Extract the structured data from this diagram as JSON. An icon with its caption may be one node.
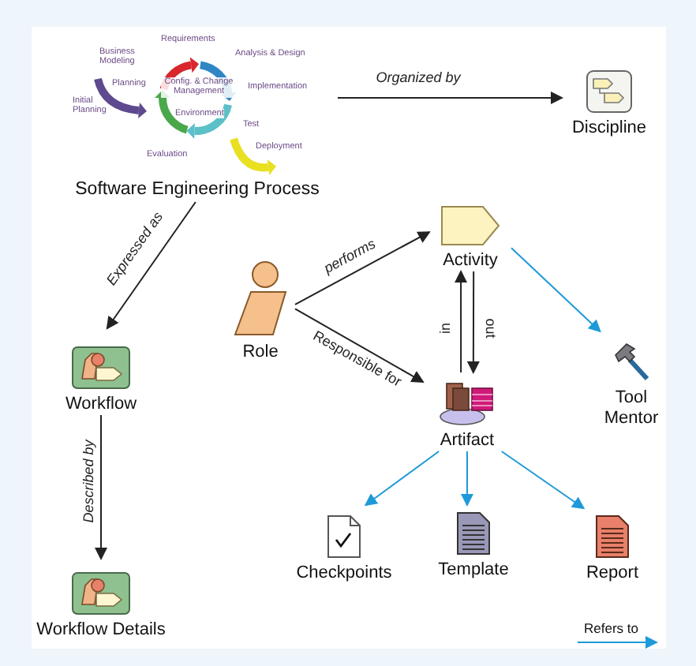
{
  "diagram": {
    "nodes": [
      {
        "text": [
          "Software Engineering Process"
        ]
      },
      {
        "text": [
          "Discipline"
        ]
      },
      {
        "text": [
          "Workflow"
        ]
      },
      {
        "text": [
          "Workflow Details"
        ]
      },
      {
        "text": [
          "Role"
        ]
      },
      {
        "text": [
          "Activity"
        ]
      },
      {
        "text": [
          "Artifact"
        ]
      },
      {
        "text": [
          "Tool Mentor"
        ]
      },
      {
        "text": [
          "Checkpoints"
        ]
      },
      {
        "text": [
          "Template"
        ]
      },
      {
        "text": [
          "Report"
        ]
      }
    ],
    "edges": [
      {
        "from": 0,
        "to": 1,
        "arrow": "to",
        "label": "Organized by"
      },
      {
        "from": 0,
        "to": 2,
        "arrow": "to",
        "label": "Expressed as"
      },
      {
        "from": 2,
        "to": 3,
        "arrow": "to",
        "label": "Described by"
      },
      {
        "from": 4,
        "to": 5,
        "arrow": "to",
        "label": "performs"
      },
      {
        "from": 4,
        "to": 6,
        "arrow": "to",
        "label": "Responsible for"
      },
      {
        "from": 6,
        "to": 5,
        "arrow": "to",
        "label": "in"
      },
      {
        "from": 5,
        "to": 6,
        "arrow": "to",
        "label": "out"
      },
      {
        "from": 5,
        "to": 7,
        "arrow": "to",
        "color": "#1e9ad8"
      },
      {
        "from": 6,
        "to": 8,
        "arrow": "to",
        "color": "#1e9ad8"
      },
      {
        "from": 6,
        "to": 9,
        "arrow": "to",
        "color": "#1e9ad8"
      },
      {
        "from": 6,
        "to": 10,
        "arrow": "to",
        "color": "#1e9ad8"
      }
    ],
    "labels": [
      "Business Modeling",
      "Requirements",
      "Analysis & Design",
      "Planning",
      "Config. & Change Management",
      "Implementation",
      "Initial Planning",
      "Environment",
      "Test",
      "Deployment",
      "Evaluation"
    ],
    "legend": [
      {
        "text": "Refers to"
      }
    ]
  }
}
